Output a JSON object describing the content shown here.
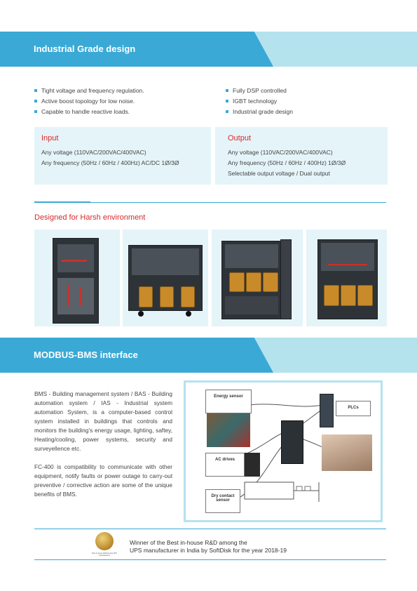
{
  "section1": {
    "title": "Industrial Grade design"
  },
  "features": {
    "left": [
      "Tight voltage and frequency regulation.",
      "Active boost topology for low noise.",
      "Capable to handle reactive loads."
    ],
    "right": [
      "Fully DSP controlled",
      "IGBT technology",
      "Industrial grade design"
    ]
  },
  "input": {
    "heading": "Input",
    "lines": [
      "Any voltage (110VAC/200VAC/400VAC)",
      "Any frequency (50Hz / 60Hz / 400Hz) AC/DC 1Ø/3Ø"
    ]
  },
  "output": {
    "heading": "Output",
    "lines": [
      "Any voltage (110VAC/200VAC/400VAC)",
      "Any frequency (50Hz / 60Hz / 400Hz) 1Ø/3Ø",
      "Selectable output voltage / Dual output"
    ]
  },
  "harsh": {
    "heading": "Designed for Harsh environment"
  },
  "section2": {
    "title": "MODBUS-BMS interface"
  },
  "bms": {
    "para1": "BMS - Building management system / BAS - Building automation system / IAS - Industrial system automation System, is a computer-based control system installed in buildings that controls and monitors the building's energy usage, lighting, saftey, Heating/cooling, power systems, security and surveyellence etc.",
    "para2": "FC-400 is compatibility to communicate with other equipment, notify faults or power outage to carry-out preventive / corrective action are some of the unique benefits of BMS."
  },
  "diagram": {
    "energy_sensor": "Energy sensor",
    "plcs": "PLCs",
    "ac_drives": "AC drives",
    "dry_contact": "Dry contact sensor"
  },
  "award": {
    "line1": "Winner of the Best in-house R&D among the",
    "line2": "UPS manufacturer in India by SoftDisk for the year 2018-19",
    "medal_caption": "Best in-house R&D among UPS manufacturers"
  },
  "colors": {
    "accent": "#3aa9d6",
    "light": "#b4e3ee",
    "panel": "#e4f4f8",
    "red": "#d9292b"
  }
}
